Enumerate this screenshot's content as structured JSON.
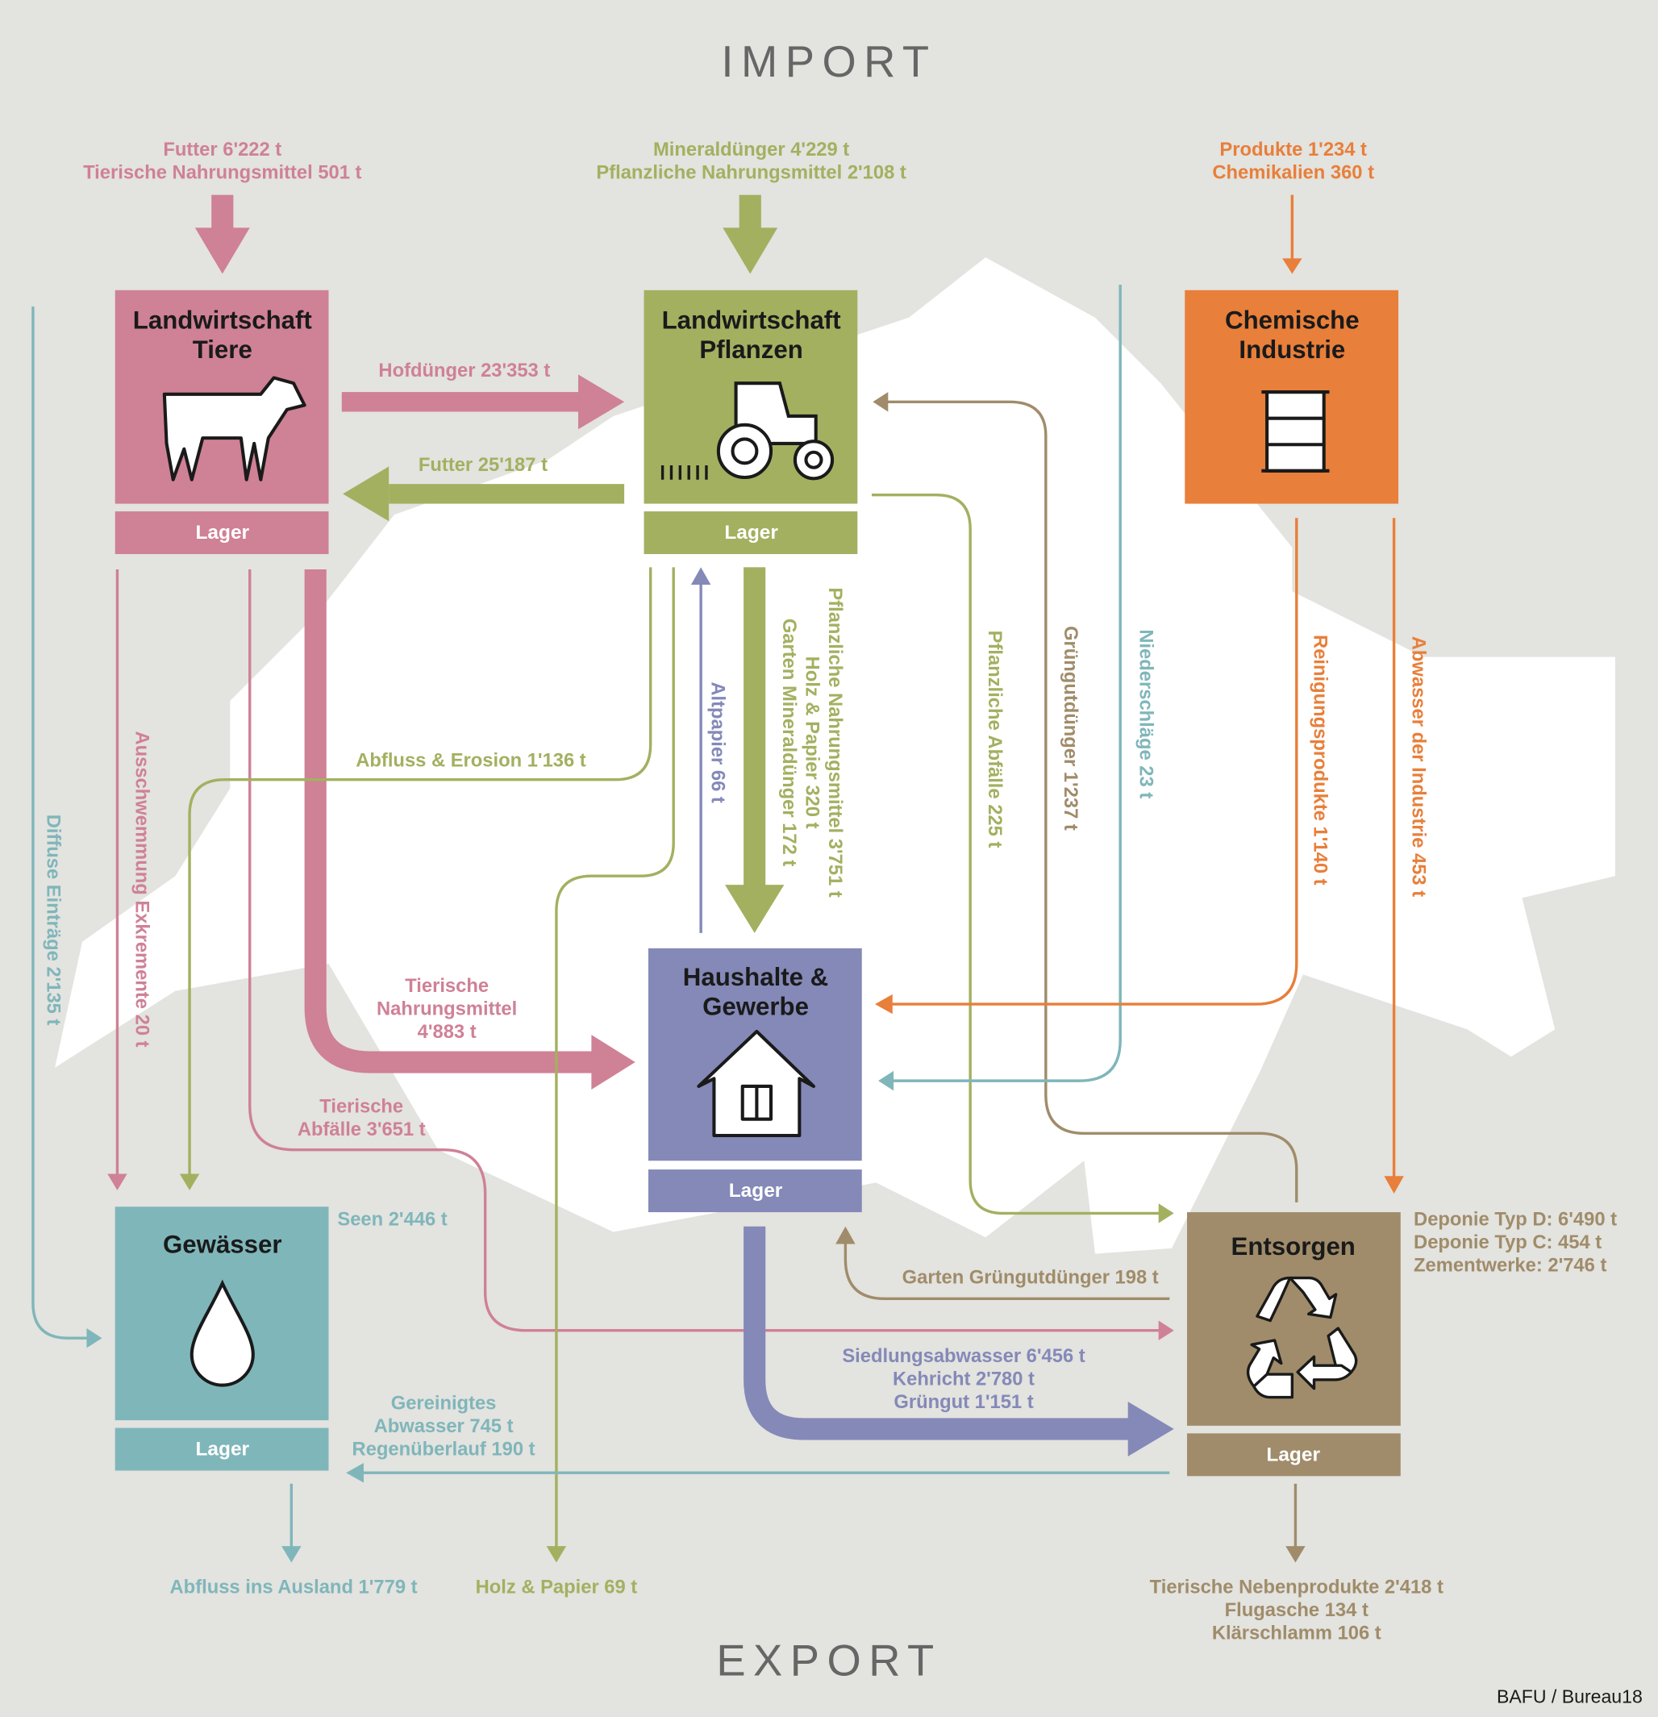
{
  "titles": {
    "import": "IMPORT",
    "export": "EXPORT",
    "credit": "BAFU / Bureau18"
  },
  "colors": {
    "background": "#e3e3df",
    "map": "#ffffff",
    "tiere": "#cf8196",
    "pflanzen": "#a3b060",
    "chemie": "#e87f3a",
    "haushalte": "#8489b8",
    "gewaesser": "#7fb6ba",
    "entsorgen": "#a08c6a"
  },
  "nodes": {
    "tiere": {
      "title1": "Landwirtschaft",
      "title2": "Tiere",
      "lager": "Lager",
      "icon": "cow-icon"
    },
    "pflanzen": {
      "title1": "Landwirtschaft",
      "title2": "Pflanzen",
      "lager": "Lager",
      "icon": "tractor-icon"
    },
    "chemie": {
      "title1": "Chemische",
      "title2": "Industrie",
      "icon": "barrel-icon"
    },
    "haushalte": {
      "title1": "Haushalte &",
      "title2": "Gewerbe",
      "lager": "Lager",
      "icon": "house-icon"
    },
    "gewaesser": {
      "title1": "Gewässer",
      "lager": "Lager",
      "icon": "water-drop-icon"
    },
    "entsorgen": {
      "title1": "Entsorgen",
      "lager": "Lager",
      "icon": "recycle-icon"
    }
  },
  "imports": {
    "tiere": [
      "Futter 6'222 t",
      "Tierische Nahrungsmittel 501 t"
    ],
    "pflanzen": [
      "Mineraldünger 4'229 t",
      "Pflanzliche Nahrungsmittel 2'108 t"
    ],
    "chemie": [
      "Produkte 1'234 t",
      "Chemikalien 360 t"
    ]
  },
  "flows": {
    "hofduenger": "Hofdünger 23'353 t",
    "futter": "Futter 25'187 t",
    "ausschwemmung": "Ausschwemmung Exkremente 20 t",
    "diffuse": "Diffuse Einträge 2'135 t",
    "abfluss_erosion": "Abfluss & Erosion 1'136 t",
    "tierische_nahrung": [
      "Tierische",
      "Nahrungsmittel",
      "4'883 t"
    ],
    "tierische_abfaelle": [
      "Tierische",
      "Abfälle 3'651 t"
    ],
    "altpapier": "Altpapier 66 t",
    "pflanzen_haushalte": [
      "Pflanzliche Nahrungsmittel 3'751 t",
      "Holz & Papier 320 t",
      "Garten Mineraldünger 172 t"
    ],
    "pflanzliche_abfaelle": "Pflanzliche Abfälle 225 t",
    "gruengutduenger": "Grüngutdünger 1'237 t",
    "niederschlaege": "Niederschläge 23 t",
    "reinigungsprodukte": "Reinigungsprodukte 1'140 t",
    "abwasser_industrie": "Abwasser der Industrie 453 t",
    "seen": "Seen 2'446 t",
    "garten_gruengut": "Garten Grüngutdünger 198 t",
    "siedlung": [
      "Siedlungsabwasser 6'456 t",
      "Kehricht 2'780 t",
      "Grüngut 1'151 t"
    ],
    "gereinigt": [
      "Gereinigtes",
      "Abwasser 745 t",
      "Regenüberlauf 190 t"
    ],
    "deponie": [
      "Deponie Typ D: 6'490 t",
      "Deponie Typ C: 454 t",
      "Zementwerke: 2'746 t"
    ]
  },
  "exports": {
    "abfluss_ausland": "Abfluss ins Ausland 1'779 t",
    "holz_papier": "Holz & Papier 69 t",
    "entsorgen": [
      "Tierische Nebenprodukte 2'418 t",
      "Flugasche 134 t",
      "Klärschlamm 106 t"
    ]
  }
}
